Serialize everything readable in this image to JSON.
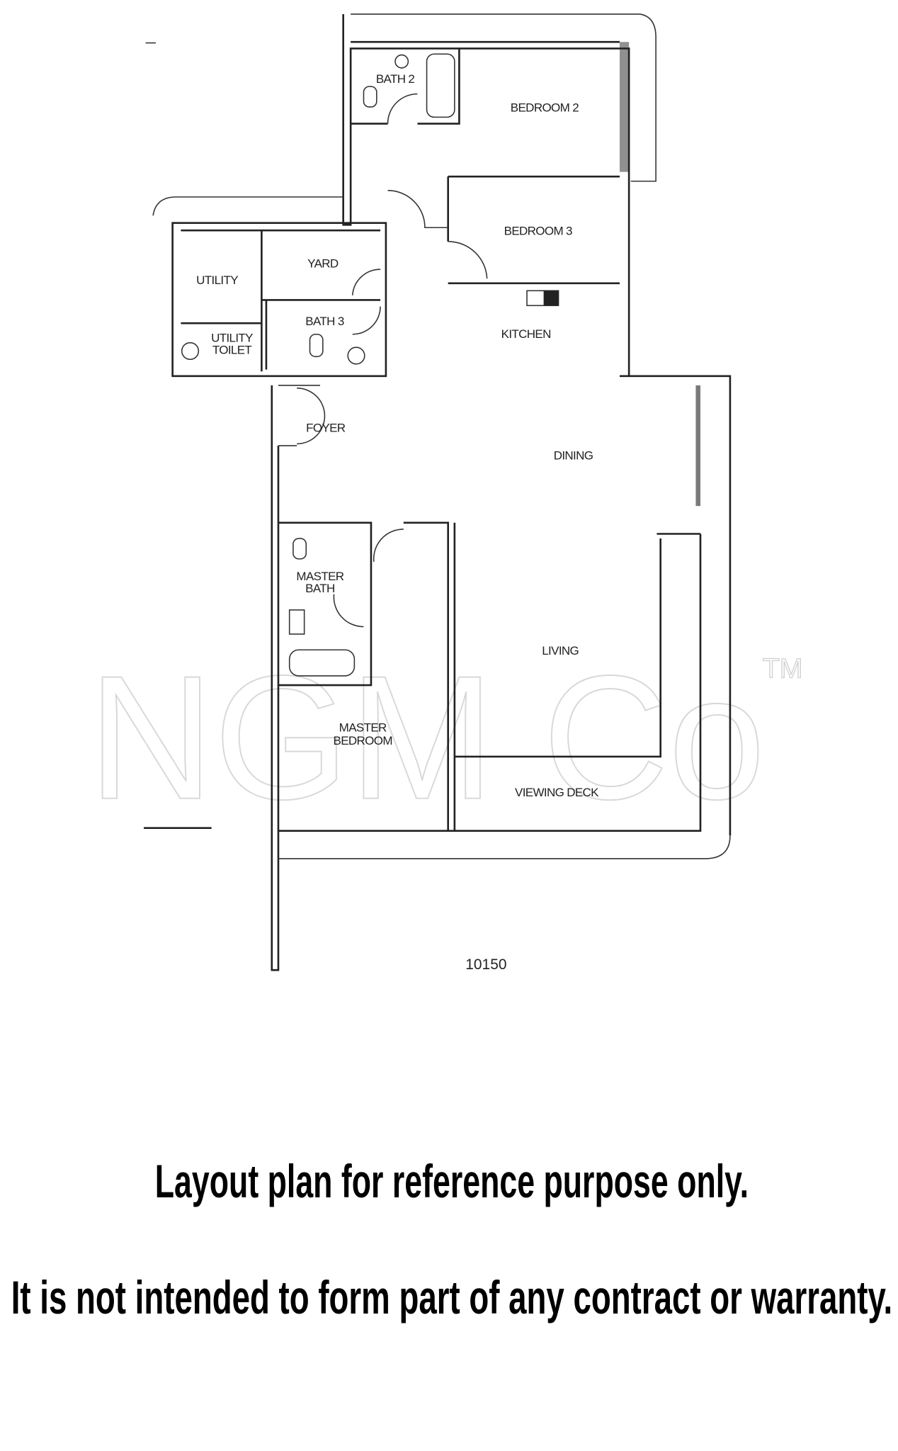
{
  "floor_plan": {
    "rooms": {
      "bath2": "BATH 2",
      "bedroom2": "BEDROOM 2",
      "bedroom3": "BEDROOM 3",
      "utility": "UTILITY",
      "yard": "YARD",
      "bath3": "BATH 3",
      "utility_toilet_1": "UTILITY",
      "utility_toilet_2": "TOILET",
      "kitchen": "KITCHEN",
      "foyer": "FOYER",
      "dining": "DINING",
      "master_bath_1": "MASTER",
      "master_bath_2": "BATH",
      "living": "LIVING",
      "master_bedroom_1": "MASTER",
      "master_bedroom_2": "BEDROOM",
      "viewing_deck": "VIEWING DECK"
    },
    "dimension": "10150",
    "watermark": "NGM Co",
    "watermark_tm": "TM"
  },
  "disclaimer": {
    "line1": "Layout plan for reference purpose only.",
    "line2": "It is not intended to form part of any contract or warranty."
  }
}
